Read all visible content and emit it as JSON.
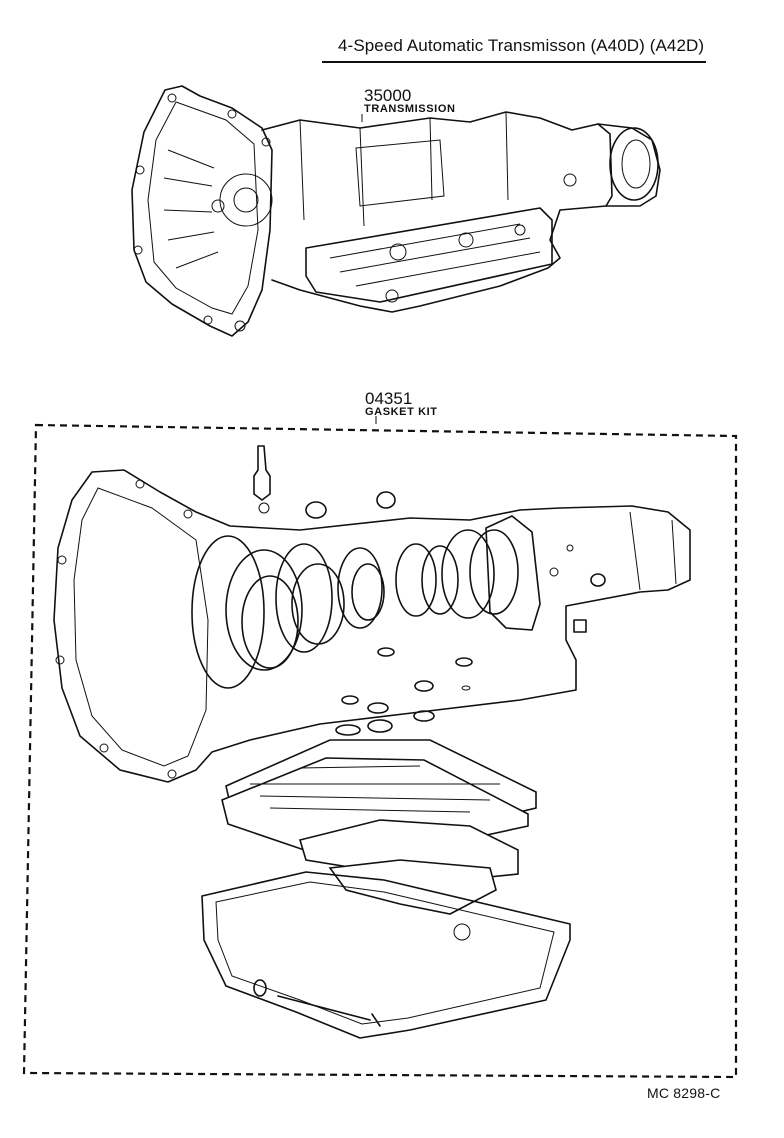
{
  "header": {
    "title": "4-Speed Automatic Transmisson (A40D) (A42D)"
  },
  "parts": [
    {
      "number": "35000",
      "name": "TRANSMISSION"
    },
    {
      "number": "04351",
      "name": "GASKET KIT"
    }
  ],
  "footer": {
    "code": "MC  8298-C"
  }
}
